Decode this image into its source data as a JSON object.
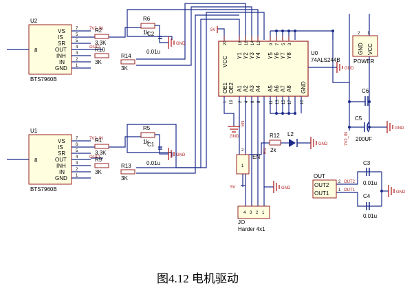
{
  "caption": "图4.12  电机驱动",
  "gnd_label": "GND",
  "power_5v": "5V",
  "u2": {
    "ref": "U2",
    "part": "BTS7960B",
    "pins": [
      "VS",
      "IS",
      "SR",
      "OUT",
      "INH",
      "IN",
      "GND"
    ],
    "nums": [
      "7",
      "5",
      "5",
      "4",
      "3",
      "2",
      "1"
    ],
    "pin8": "8",
    "r6_ref": "R6",
    "r6_val": "1k",
    "r2_ref": "R2",
    "r2_val": "3.3K",
    "r10_ref": "R10",
    "r10_val": "3K",
    "r14_ref": "R14",
    "r14_val": "3K",
    "c2_ref": "C2",
    "c2_val": "0.01u",
    "net_vin": "7V2_IN",
    "net_out": "OUT2"
  },
  "u1": {
    "ref": "U1",
    "part": "BTS7960B",
    "pins": [
      "VS",
      "IS",
      "SR",
      "OUT",
      "INH",
      "IN",
      "GND"
    ],
    "nums": [
      "7",
      "6",
      "5",
      "4",
      "3",
      "2",
      "1"
    ],
    "pin8": "8",
    "r5_ref": "R5",
    "r5_val": "1k",
    "r1_ref": "R1",
    "r1_val": "3.3K",
    "r9_ref": "R9",
    "r9_val": "3K",
    "r13_ref": "R13",
    "r13_val": "3K",
    "c1_ref": "C1",
    "c1_val": "0.01u",
    "net_vin": "7V2_IN",
    "net_out": "OUT1"
  },
  "u0": {
    "ref": "U0",
    "part": "74ALS244B",
    "vcc": "VCC",
    "gnd": "GND",
    "top_pins": [
      "Y1",
      "Y2",
      "Y3",
      "Y4",
      "Y5",
      "Y6",
      "Y7",
      "Y8"
    ],
    "top_nums": [
      "18",
      "16",
      "14",
      "12",
      "9",
      "7",
      "5",
      "3"
    ],
    "bottom_pins": [
      "A1",
      "A2",
      "A3",
      "A4",
      "A5",
      "A6",
      "A7",
      "A8"
    ],
    "bottom_nums": [
      "2",
      "4",
      "6",
      "8",
      "11",
      "13",
      "15",
      "17"
    ],
    "oe1": "OE1",
    "oe2": "OE2",
    "vcc_num": "20",
    "oe1_num": "1",
    "oe2_num": "19",
    "gnd_num": "10",
    "en_net": "EN"
  },
  "power": {
    "ref": "POWER",
    "pins": [
      "GND",
      "VCC"
    ],
    "nums": [
      "2",
      "1"
    ]
  },
  "caps_right": {
    "c6_ref": "C6",
    "c5_ref": "C5",
    "c5_val": "200UF",
    "net_vin": "7V2_IN"
  },
  "led": {
    "r12_ref": "R12",
    "r12_val": "2k",
    "l2_ref": "L2",
    "net": "EN"
  },
  "en_header": {
    "label": "EN",
    "nums": [
      "1",
      "2"
    ]
  },
  "header": {
    "ref": "JO",
    "part": "Harder 4x1",
    "nums": [
      "4",
      "3",
      "2",
      "1"
    ]
  },
  "out_conn": {
    "ref": "OUT",
    "pins": [
      "OUT2",
      "OUT1"
    ],
    "nums": [
      "2",
      "1"
    ],
    "net_out2": "OUT2",
    "net_out1": "OUT1",
    "c3_ref": "C3",
    "c3_val": "0.01u",
    "c4_ref": "C4",
    "c4_val": "0.01u"
  }
}
